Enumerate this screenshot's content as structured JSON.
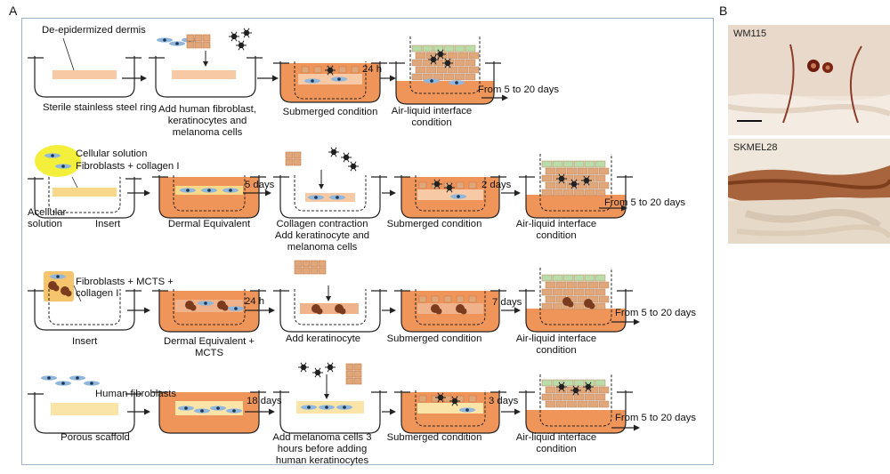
{
  "panel_labels": {
    "a": "A",
    "b": "B"
  },
  "row1": {
    "dermis": "De-epidermized dermis",
    "ring": "Sterile stainless steel ring",
    "add_cells": "Add human fibroblast,\nkeratinocytes and\nmelanoma cells",
    "submerged": "Submerged condition",
    "time": "24 h",
    "ali": "Air-liquid interface\ncondition",
    "duration": "From 5 to 20 days"
  },
  "row2": {
    "cellular": "Cellular solution",
    "fibro_collagen": "Fibroblasts + collagen I",
    "acellular": "Acellular\nsolution",
    "insert": "Insert",
    "dermal": "Dermal Equivalent",
    "time1": "5 days",
    "contraction": "Collagen contraction\nAdd keratinocyte and\nmelanoma cells",
    "submerged": "Submerged condition",
    "time2": "2 days",
    "ali": "Air-liquid interface\ncondition",
    "duration": "From 5 to 20 days"
  },
  "row3": {
    "fibro_mcts": "Fibroblasts + MCTS +\ncollagen I",
    "insert": "Insert",
    "dermal": "Dermal Equivalent +\nMCTS",
    "time1": "24 h",
    "add_kera": "Add keratinocyte",
    "submerged": "Submerged condition",
    "time2": "7 days",
    "ali": "Air-liquid interface\ncondition",
    "duration": "From 5 to 20 days"
  },
  "row4": {
    "human_fibro": "Human fibroblasts",
    "scaffold": "Porous scaffold",
    "time1": "18 days",
    "add_mel": "Add melanoma cells 3\nhours before adding\nhuman keratinocytes",
    "submerged": "Submerged condition",
    "time2": "3 days",
    "ali": "Air-liquid interface\ncondition",
    "duration": "From 5 to 20 days"
  },
  "micrographs": [
    {
      "name": "WM115"
    },
    {
      "name": "SKMEL28"
    }
  ],
  "colors": {
    "medium": "#f0955a",
    "dermis": "#f7c9a4",
    "gel": "#f8d98a",
    "fibroblast": "#8fb6dc",
    "keratinocyte": "#e0a77a",
    "epidermis_top": "#b9dca9",
    "melanoma": "#222222",
    "mcts": "#7a3b1e",
    "frame": "#9fb3c8"
  }
}
